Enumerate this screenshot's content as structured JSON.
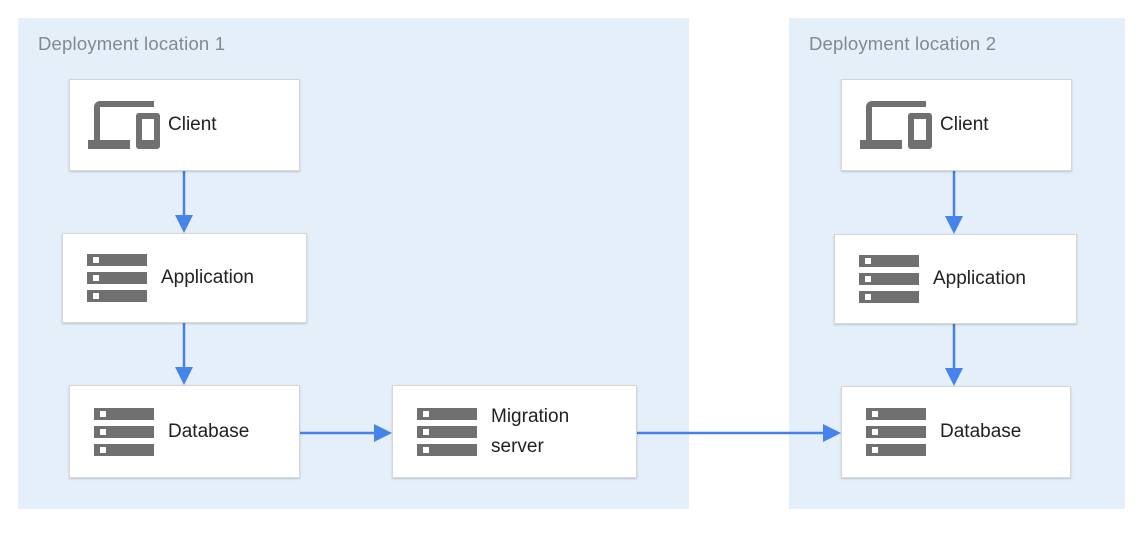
{
  "diagram": {
    "groups": [
      {
        "label": "Deployment location 1"
      },
      {
        "label": "Deployment location 2"
      }
    ],
    "nodes": {
      "client1": {
        "label": "Client",
        "icon": "devices-icon",
        "group": "Deployment location 1"
      },
      "app1": {
        "label": "Application",
        "icon": "server-icon",
        "group": "Deployment location 1"
      },
      "db1": {
        "label": "Database",
        "icon": "server-icon",
        "group": "Deployment location 1"
      },
      "migration": {
        "label": "Migration server",
        "icon": "server-icon",
        "group": "Deployment location 1"
      },
      "client2": {
        "label": "Client",
        "icon": "devices-icon",
        "group": "Deployment location 2"
      },
      "app2": {
        "label": "Application",
        "icon": "server-icon",
        "group": "Deployment location 2"
      },
      "db2": {
        "label": "Database",
        "icon": "server-icon",
        "group": "Deployment location 2"
      }
    },
    "edges": [
      {
        "from": "client1",
        "to": "app1"
      },
      {
        "from": "app1",
        "to": "db1"
      },
      {
        "from": "db1",
        "to": "migration"
      },
      {
        "from": "migration",
        "to": "db2"
      },
      {
        "from": "client2",
        "to": "app2"
      },
      {
        "from": "app2",
        "to": "db2"
      }
    ],
    "colors": {
      "group_fill": "#e5effa",
      "arrow": "#4683ea",
      "node_border": "#d7d7d7",
      "node_fill": "#ffffff",
      "icon_gray": "#707070",
      "group_label_text": "#82888e",
      "node_label_text": "#212121"
    }
  }
}
